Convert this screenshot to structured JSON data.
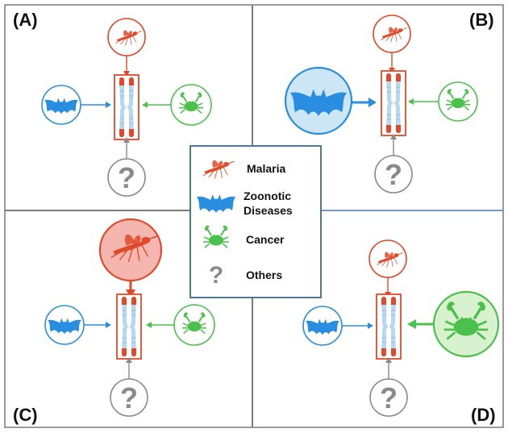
{
  "panels": [
    {
      "id": "A",
      "label": "(A)"
    },
    {
      "id": "B",
      "label": "(B)"
    },
    {
      "id": "C",
      "label": "(C)"
    },
    {
      "id": "D",
      "label": "(D)"
    }
  ],
  "legend": {
    "items": [
      {
        "icon": "mosquito-icon",
        "label": "Malaria"
      },
      {
        "icon": "bat-icon",
        "label": "Zoonotic",
        "label2": "Diseases"
      },
      {
        "icon": "crab-icon",
        "label": "Cancer"
      },
      {
        "icon": "question-icon",
        "label": "Others"
      }
    ]
  },
  "colors": {
    "malaria": "#e04a2a",
    "malaria_fill": "#f4b6ae",
    "zoonotic": "#2a8ee0",
    "zoonotic_fill": "#cde6f6",
    "cancer": "#4cc04c",
    "cancer_fill": "#d8f2d0",
    "others": "#8a8a8a",
    "border": "#7a7a7a",
    "legend_border": "#3a6a8a"
  },
  "question_mark": "?"
}
